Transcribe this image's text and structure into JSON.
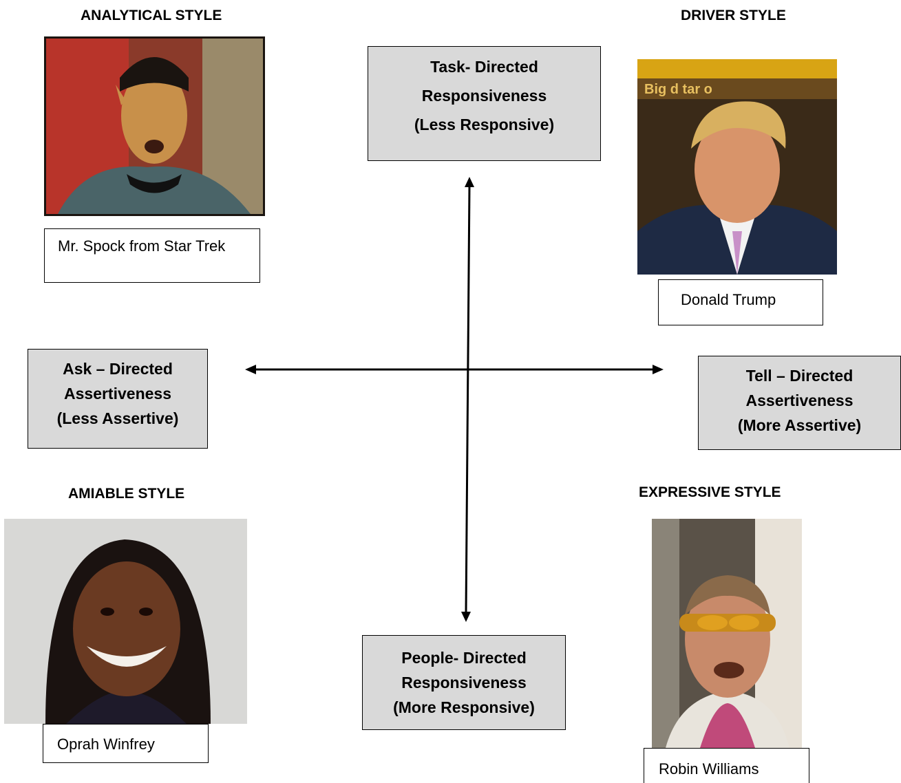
{
  "quadrants": {
    "analytical": {
      "title": "ANALYTICAL STYLE",
      "caption": "Mr. Spock from Star Trek",
      "photo": "spock-portrait"
    },
    "driver": {
      "title": "DRIVER STYLE",
      "caption": "Donald Trump",
      "photo": "trump-portrait",
      "background_text": "Big d   tar o"
    },
    "amiable": {
      "title": "AMIABLE STYLE",
      "caption": "Oprah Winfrey",
      "photo": "oprah-portrait"
    },
    "expressive": {
      "title": "EXPRESSIVE STYLE",
      "caption": "Robin Williams",
      "photo": "robin-williams-portrait"
    }
  },
  "axes": {
    "top": {
      "line1": "Task- Directed",
      "line2": "Responsiveness",
      "line3": "(Less Responsive)"
    },
    "bottom": {
      "line1": "People- Directed",
      "line2": "Responsiveness",
      "line3": "(More Responsive)"
    },
    "left": {
      "line1": "Ask – Directed",
      "line2": "Assertiveness",
      "line3": "(Less Assertive)"
    },
    "right": {
      "line1": "Tell – Directed",
      "line2": "Assertiveness",
      "line3": "(More Assertive)"
    }
  },
  "colors": {
    "axis_box_fill": "#d9d9d9",
    "arrow": "#000000"
  }
}
